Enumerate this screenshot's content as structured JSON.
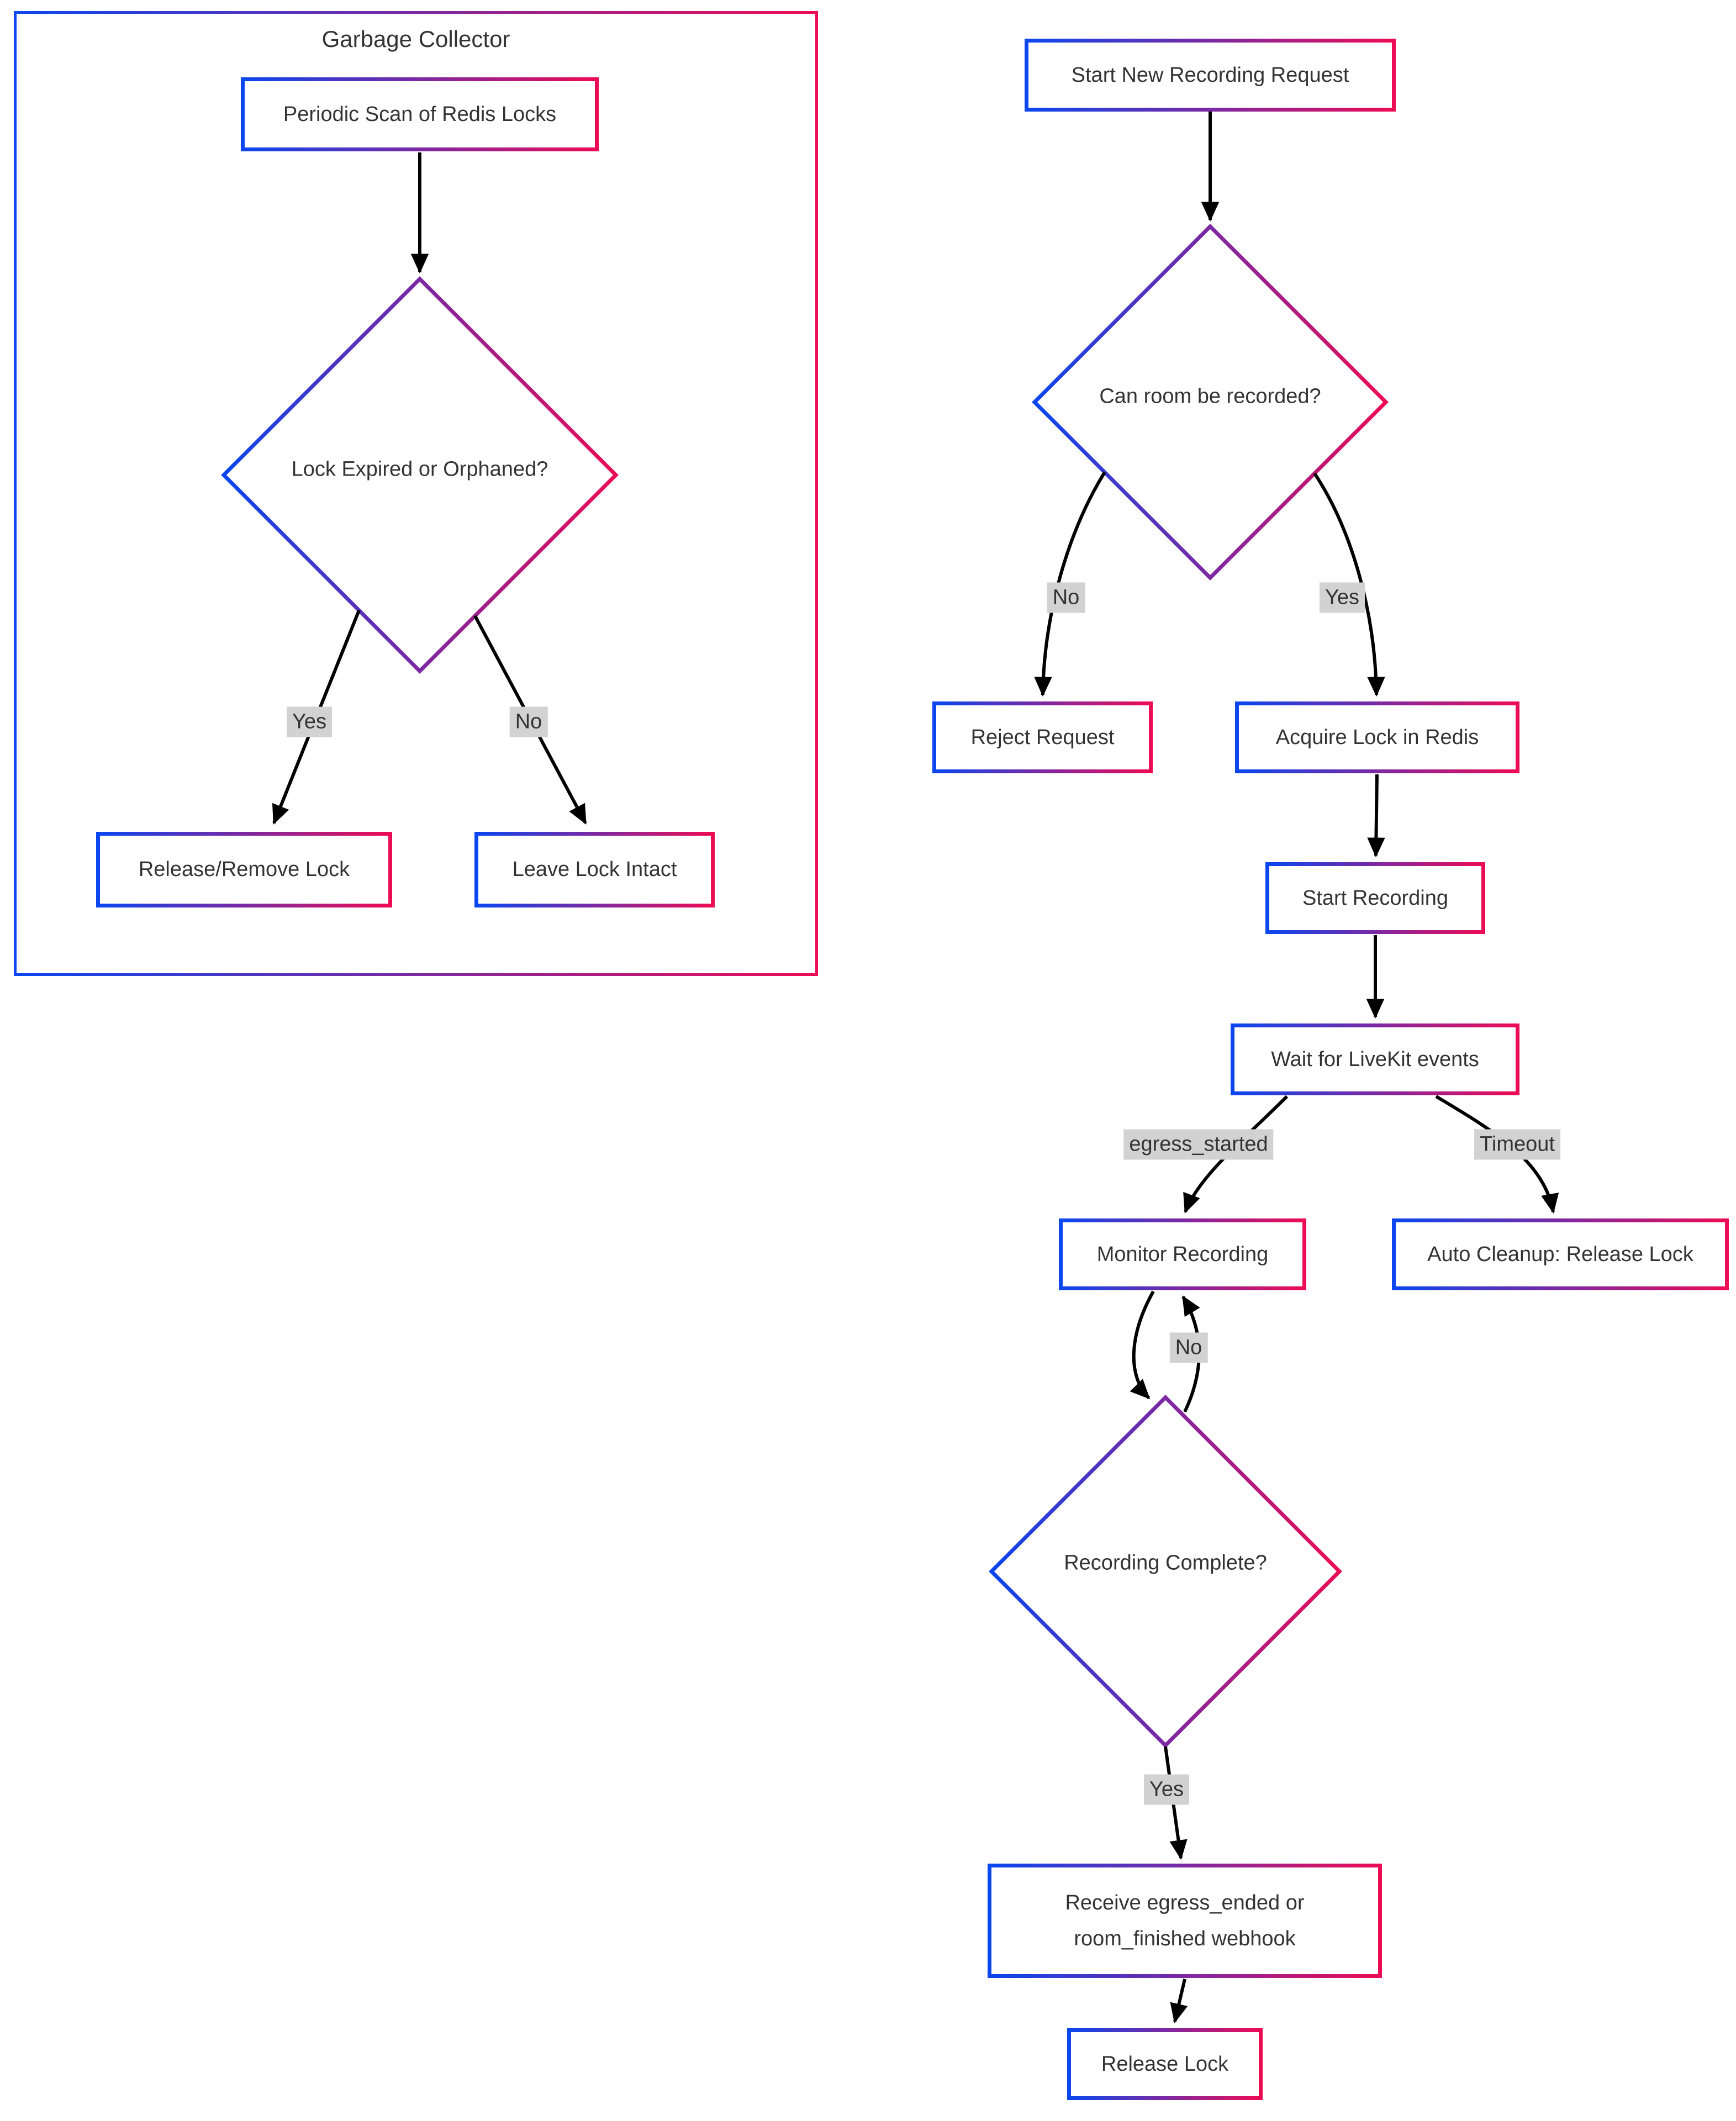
{
  "diagram": {
    "cluster_label": "Garbage Collector",
    "nodes": {
      "periodic_scan": "Periodic Scan of Redis Locks",
      "lock_expired": "Lock Expired or Orphaned?",
      "release_remove": "Release/Remove Lock",
      "leave_intact": "Leave Lock Intact",
      "start_request": "Start New Recording Request",
      "can_record": "Can room be recorded?",
      "reject": "Reject Request",
      "acquire_lock": "Acquire Lock in Redis",
      "start_recording": "Start Recording",
      "wait_events": "Wait for LiveKit events",
      "monitor": "Monitor Recording",
      "auto_cleanup": "Auto Cleanup: Release Lock",
      "recording_complete": "Recording Complete?",
      "receive_webhook": "Receive egress_ended or room_finished webhook",
      "release_lock": "Release Lock"
    },
    "edge_labels": {
      "gc_yes": "Yes",
      "gc_no": "No",
      "room_no": "No",
      "room_yes": "Yes",
      "egress_started": "egress_started",
      "timeout": "Timeout",
      "loop_no": "No",
      "complete_yes": "Yes"
    },
    "colors": {
      "gradient_start": "#0b46ef",
      "gradient_end": "#ec0c56",
      "edge": "#000000",
      "label_bg": "#d2d2d2",
      "text": "#333333",
      "node_fill": "#ffffff"
    }
  }
}
